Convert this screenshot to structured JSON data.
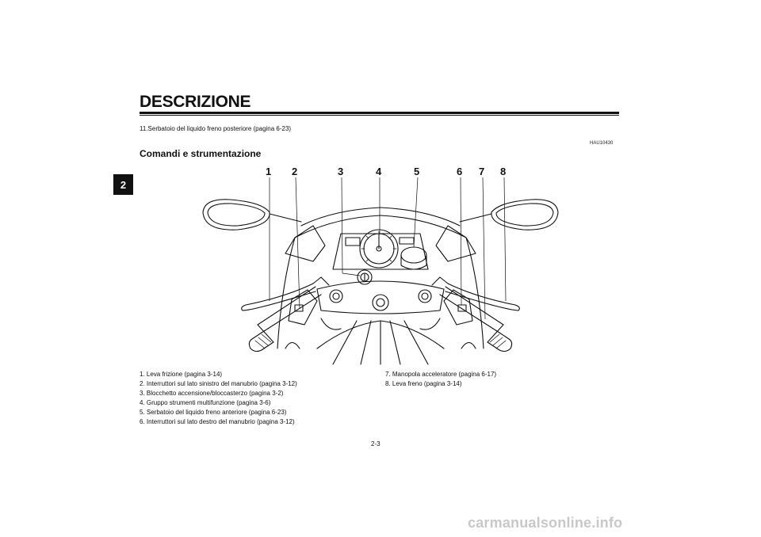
{
  "chapter_tab": "2",
  "header": {
    "title": "DESCRIZIONE"
  },
  "continued_item": "11.Serbatoio del liquido freno posteriore (pagina 6-23)",
  "section": {
    "code": "HAU10430",
    "title": "Comandi e strumentazione"
  },
  "callouts": [
    "1",
    "2",
    "3",
    "4",
    "5",
    "6",
    "7",
    "8"
  ],
  "legend": {
    "left": [
      "1. Leva frizione (pagina 3-14)",
      "2. Interruttori sul lato sinistro del manubrio (pagina 3-12)",
      "3. Blocchetto accensione/bloccasterzo (pagina 3-2)",
      "4. Gruppo strumenti multifunzione (pagina 3-6)",
      "5. Serbatoio del liquido freno anteriore (pagina 6-23)",
      "6. Interruttori sul lato destro del manubrio (pagina 3-12)"
    ],
    "right": [
      "7. Manopola acceleratore (pagina 6-17)",
      "8. Leva freno (pagina 3-14)"
    ]
  },
  "page_number": "2-3",
  "watermark": "carmanualsonline.info"
}
